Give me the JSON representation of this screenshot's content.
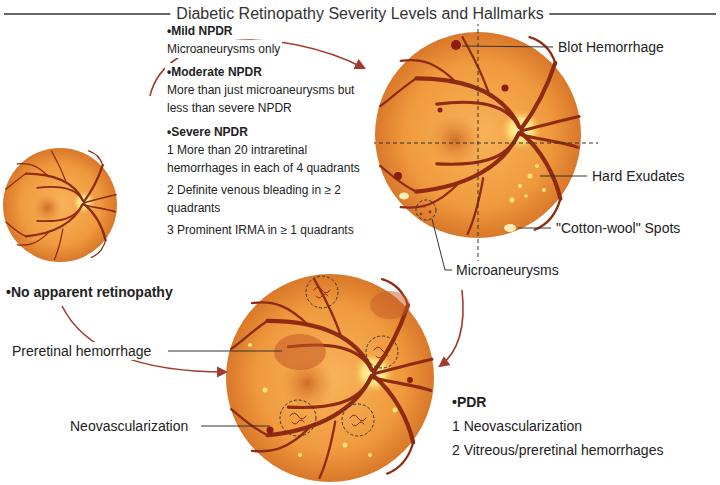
{
  "diagram": {
    "title": "Diabetic Retinopathy Severity Levels and Hallmarks",
    "labels": [
      "•Mild NPDR",
      "Microaneurysms only",
      "•Moderate NPDR",
      "More than just microaneurysms but less than severe NPDR",
      "•Severe NPDR",
      "1 More than 20 intraretinal hemorrhages in each of 4 quadrants",
      "2 Definite venous bleading in ≥ 2 quadrants",
      "3 Prominent IRMA in ≥ 1 quadrants",
      "Blot Hemorrhage",
      "Hard Exudates",
      "\"Cotton-wool\" Spots",
      "Microaneurysms",
      "•No apparent retinopathy",
      "Preretinal hemorrhage",
      "Neovascularization",
      "•PDR",
      "1 Neovascularization",
      "2 Vitreous/preretinal hemorrhages"
    ]
  }
}
